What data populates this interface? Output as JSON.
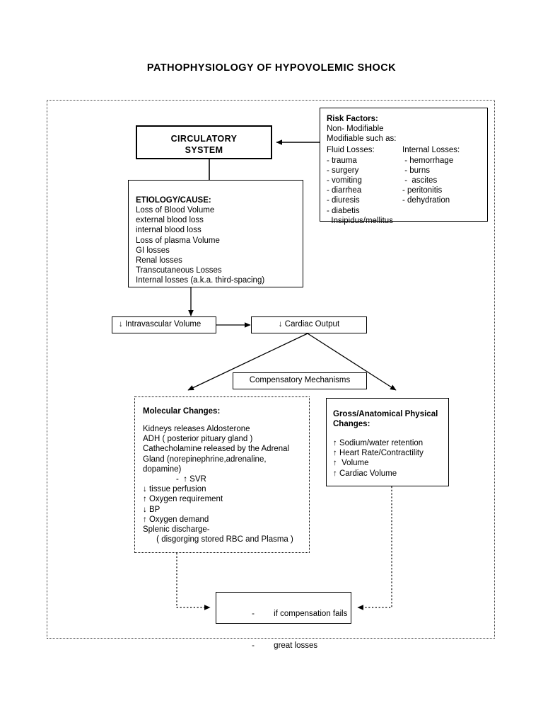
{
  "page": {
    "title": "PATHOPHYSIOLOGY OF HYPOVOLEMIC SHOCK"
  },
  "nodes": {
    "circulatory_system": {
      "line1": "CIRCULATORY",
      "line2": "SYSTEM"
    },
    "risk_factors": {
      "heading": "Risk Factors:",
      "line_non_modifiable": "Non- Modifiable",
      "line_modifiable": "Modifiable such as:",
      "fluid_losses_header": "Fluid Losses:",
      "internal_losses_header": "Internal Losses:",
      "fluid_losses": [
        "- trauma",
        "- surgery",
        "- vomiting",
        "- diarrhea",
        "- diuresis",
        "- diabetis",
        "  Insipidus/mellitus"
      ],
      "internal_losses": [
        " - hemorrhage",
        " - burns",
        " -  ascites",
        "- peritonitis",
        "- dehydration"
      ]
    },
    "etiology": {
      "heading": "ETIOLOGY/CAUSE:",
      "lines": [
        "Loss of Blood Volume",
        "external blood loss",
        "internal blood loss",
        "Loss of plasma Volume",
        "GI losses",
        "Renal losses",
        "Transcutaneous Losses",
        "Internal losses (a.k.a. third-spacing)"
      ]
    },
    "intravascular_volume": {
      "label": "↓ Intravascular Volume"
    },
    "cardiac_output": {
      "label": "↓ Cardiac Output"
    },
    "compensatory_mechanisms": {
      "label": "Compensatory Mechanisms"
    },
    "molecular_changes": {
      "heading": "Molecular Changes:",
      "lines": [
        "Kidneys releases Aldosterone",
        "ADH ( posterior pituary gland )",
        "Cathecholamine released by the Adrenal",
        "Gland (norepinephrine,adrenaline,",
        "dopamine)"
      ],
      "indented_line": "-  ↑ SVR",
      "lines_after": [
        "↓ tissue perfusion",
        "↑ Oxygen requirement",
        "↓ BP",
        "↑ Oxygen demand",
        "Splenic discharge-",
        "      ( disgorging stored RBC and Plasma )"
      ]
    },
    "gross_changes": {
      "heading_line1": "Gross/Anatomical Physical",
      "heading_line2": "Changes:",
      "lines": [
        "↑ Sodium/water retention",
        "↑ Heart Rate/Contractility",
        "↑  Volume",
        "↑ Cardiac Volume"
      ]
    },
    "failure_outcome": {
      "dash": "-",
      "line1": "if compensation fails",
      "line2": "great losses"
    }
  },
  "colors": {
    "stroke": "#000000",
    "frame": "#3a3a3a",
    "background": "#ffffff"
  }
}
